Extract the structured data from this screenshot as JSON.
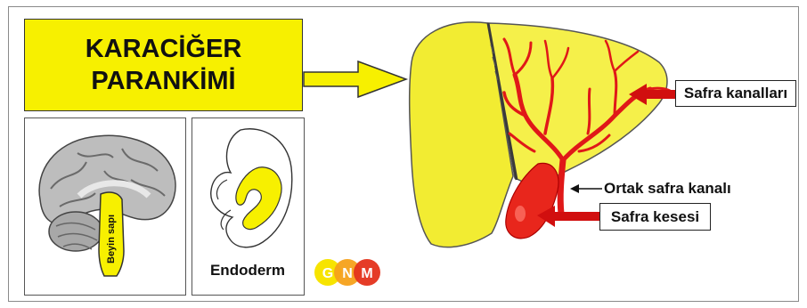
{
  "title": {
    "line1": "KARACİĞER",
    "line2": "PARANKİMİ"
  },
  "panels": {
    "brain": {
      "label": "Beyin sapı"
    },
    "embryo": {
      "label": "Endoderm"
    }
  },
  "callouts": {
    "bile_ducts": "Safra kanalları",
    "common_duct": "Ortak safra kanalı",
    "gallbladder": "Safra kesesi"
  },
  "logo": {
    "letters": [
      "G",
      "N",
      "M"
    ]
  },
  "colors": {
    "highlight_yellow": "#f7f000",
    "liver_yellow": "#f2ec32",
    "duct_red": "#e01818",
    "arrow_red": "#d10f0f",
    "frame_gray": "#8a8a8a"
  }
}
